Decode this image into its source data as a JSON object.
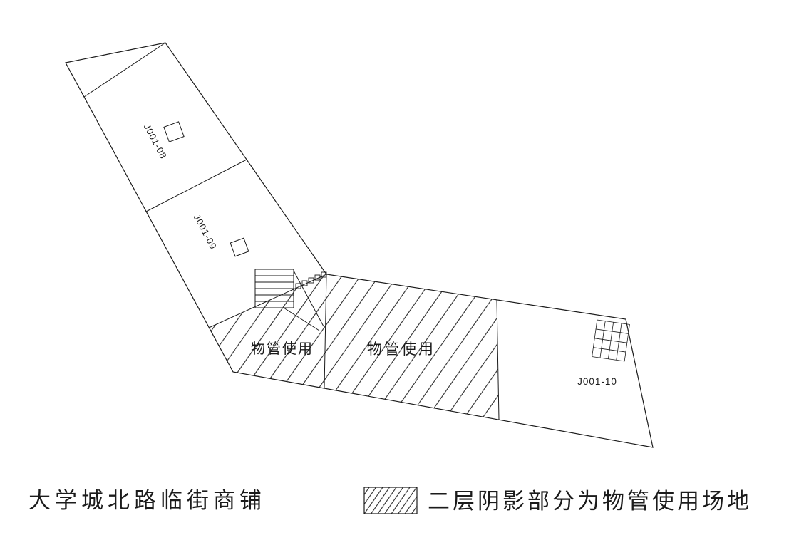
{
  "plan": {
    "rooms": [
      {
        "id": "J001-08"
      },
      {
        "id": "J001-09"
      },
      {
        "id": "J001-10"
      }
    ],
    "hatch_labels": {
      "left": "物管使用",
      "middle": "物管使用"
    },
    "caption": "大学城北路临街商铺",
    "legend_text": "二层阴影部分为物管使用场地",
    "colors": {
      "line": "#1b1b1b",
      "background": "#ffffff"
    }
  }
}
